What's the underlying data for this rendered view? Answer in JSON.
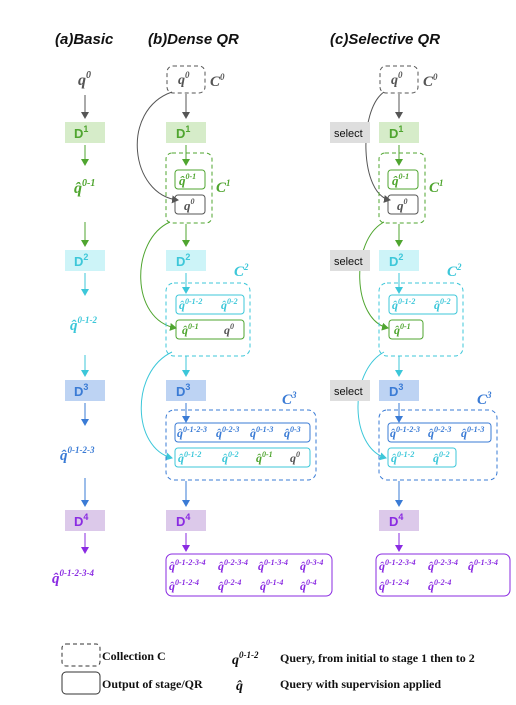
{
  "headers": {
    "basic": "(a)Basic",
    "dense": "(b)Dense QR",
    "selective": "(c)Selective QR"
  },
  "colors": {
    "gray": "#555555",
    "green": "#4fa52f",
    "cyan": "#3cc7d9",
    "blue": "#3a7bd5",
    "purple": "#8a2be2",
    "d1_fill": "#d6ecc9",
    "d2_fill": "#cdf4f8",
    "d3_fill": "#bdd3f3",
    "d4_fill": "#dcc9ea",
    "select_fill": "#dedede"
  },
  "stages": {
    "d1": {
      "label": "D",
      "sup": "1"
    },
    "d2": {
      "label": "D",
      "sup": "2"
    },
    "d3": {
      "label": "D",
      "sup": "3"
    },
    "d4": {
      "label": "D",
      "sup": "4"
    }
  },
  "select_label": "select",
  "queries": {
    "q0": {
      "base": "q",
      "sup": "0"
    },
    "q01": {
      "base": "q̂",
      "sup": "0-1"
    },
    "q012": {
      "base": "q̂",
      "sup": "0-1-2"
    },
    "q02": {
      "base": "q̂",
      "sup": "0-2"
    },
    "q0123": {
      "base": "q̂",
      "sup": "0-1-2-3"
    },
    "q023": {
      "base": "q̂",
      "sup": "0-2-3"
    },
    "q013": {
      "base": "q̂",
      "sup": "0-1-3"
    },
    "q01234": {
      "base": "q̂",
      "sup": "0-1-2-3-4"
    },
    "q0234": {
      "base": "q̂",
      "sup": "0-2-3-4"
    },
    "q0134": {
      "base": "q̂",
      "sup": "0-1-3-4"
    },
    "q034": {
      "base": "q̂",
      "sup": "0-3-4"
    },
    "q0124": {
      "base": "q̂",
      "sup": "0-1-2-4"
    },
    "q024": {
      "base": "q̂",
      "sup": "0-2-4"
    },
    "q014": {
      "base": "q̂",
      "sup": "0-1-4"
    },
    "q04": {
      "base": "q̂",
      "sup": "0-4"
    }
  },
  "collections": {
    "c0": {
      "label": "C",
      "sup": "0"
    },
    "c1": {
      "label": "C",
      "sup": "1"
    },
    "c2": {
      "label": "C",
      "sup": "2"
    },
    "c3": {
      "label": "C",
      "sup": "3"
    }
  },
  "legend": {
    "collection_label": "Collection C",
    "output_label": "Output of stage/QR",
    "query_symbol": {
      "base": "q",
      "sup": "0-1-2"
    },
    "query_desc": "Query, from initial to stage 1 then to 2",
    "hat_symbol": "q̂",
    "hat_desc": "Query with supervision applied"
  }
}
